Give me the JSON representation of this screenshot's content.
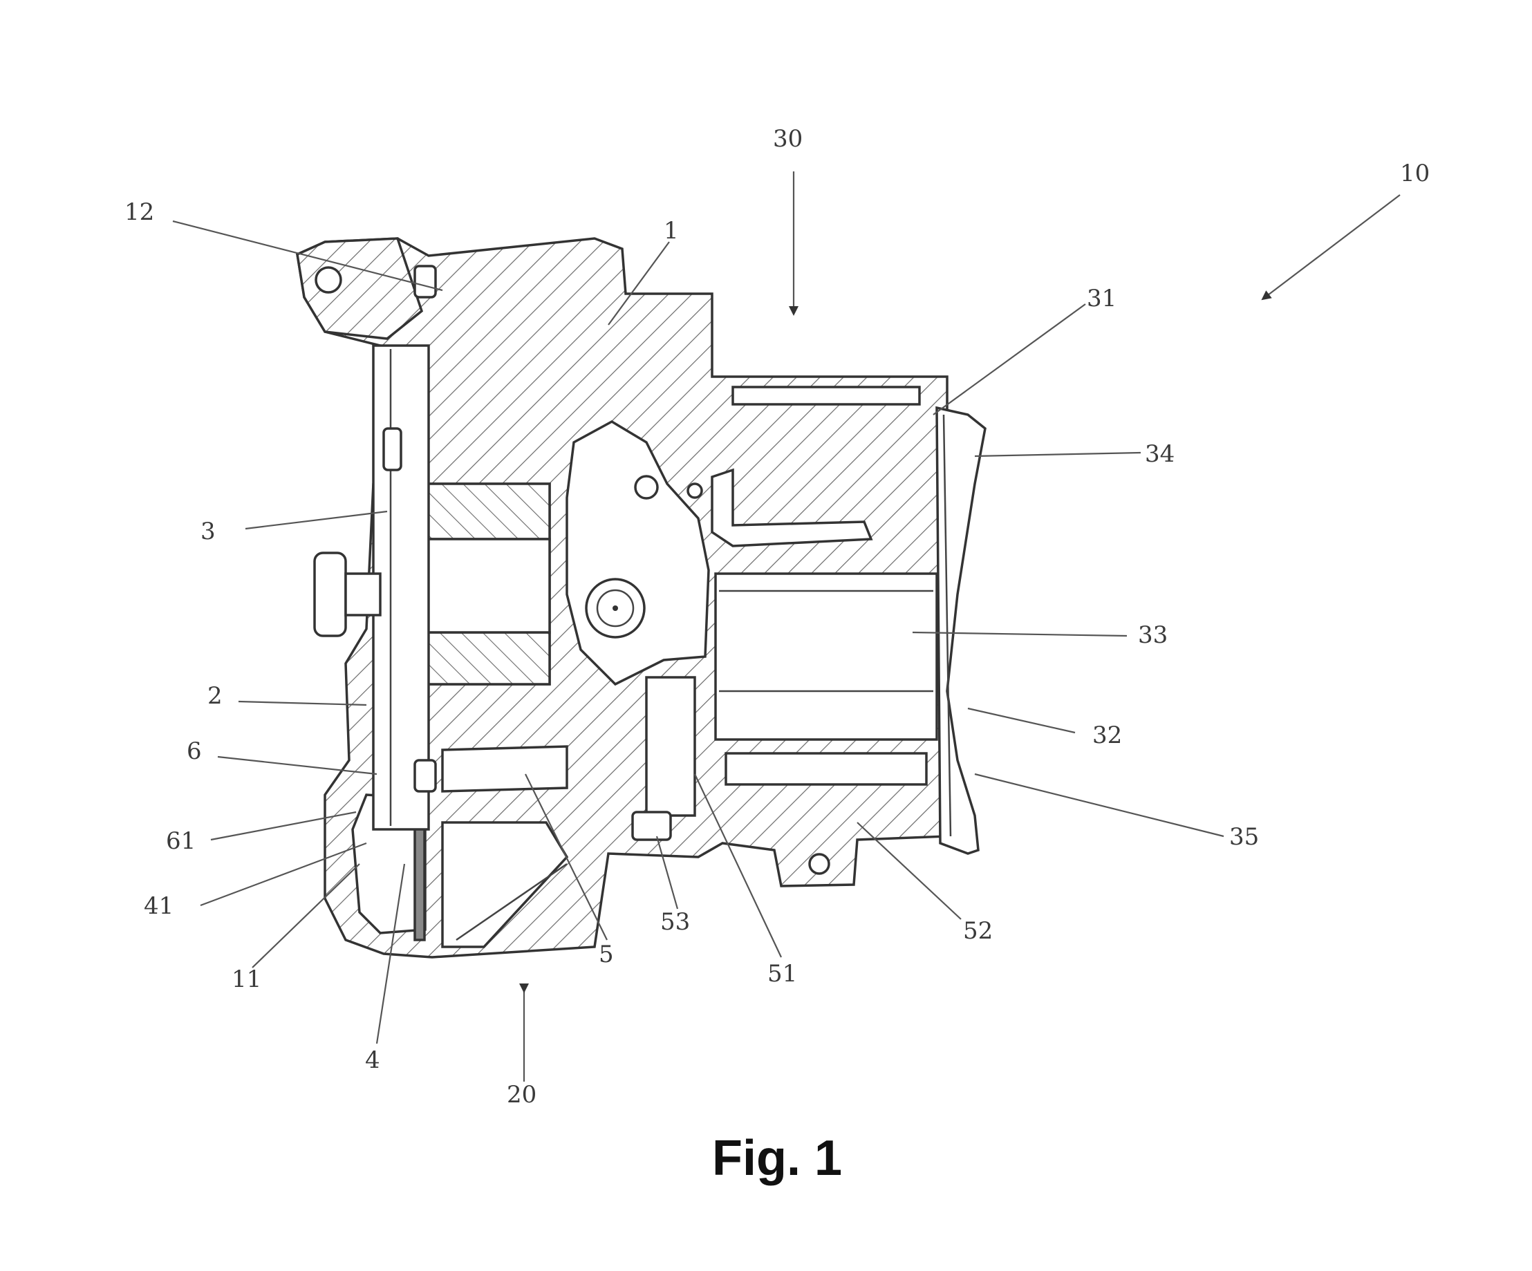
{
  "figure": {
    "caption": "Fig. 1",
    "reference_numerals": [
      "10",
      "12",
      "30",
      "1",
      "31",
      "34",
      "3",
      "33",
      "2",
      "32",
      "6",
      "35",
      "61",
      "41",
      "11",
      "5",
      "53",
      "51",
      "52",
      "4",
      "20"
    ]
  }
}
